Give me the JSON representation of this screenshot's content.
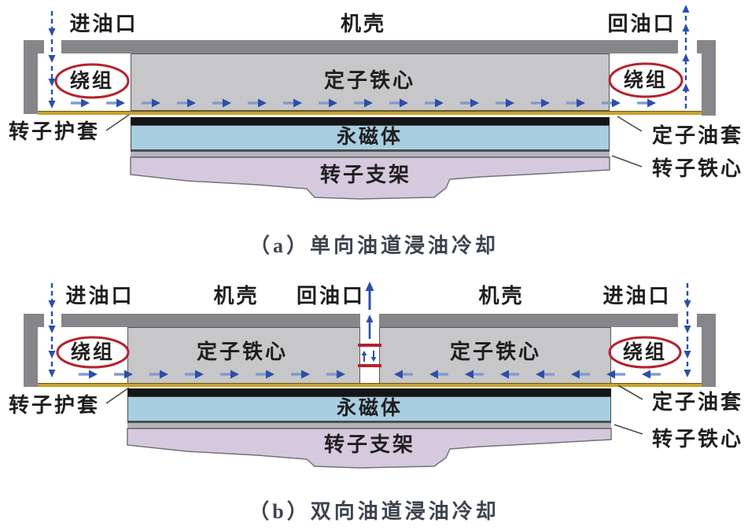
{
  "colors": {
    "casing": "#86868a",
    "stator_core": "#c7c6c8",
    "oil_jacket": "#c8a22e",
    "rotor_sleeve": "#151517",
    "permanent_magnet": "#a8cee2",
    "rotor_core_strip": "#b5b4b9",
    "rotor_bracket": "#d6c9de",
    "winding_circle": "#b4232b",
    "arrow_blue": "#2b4fa8",
    "arrow_light_blue": "#8099d0",
    "label_text": "#1e1e1e",
    "caption_text": "#3d434e",
    "bg": "#ffffff"
  },
  "diagram_a": {
    "caption": "（a）单向油道浸油冷却",
    "labels": {
      "oil_inlet": "进油口",
      "casing": "机壳",
      "oil_return": "回油口",
      "winding_left": "绕组",
      "winding_right": "绕组",
      "stator_core": "定子铁心",
      "rotor_sleeve": "转子护套",
      "permanent_magnet": "永磁体",
      "rotor_bracket": "转子支架",
      "stator_oil_jacket": "定子油套",
      "rotor_core": "转子铁心"
    },
    "flow": {
      "direction": "right",
      "arrow_count": 17
    }
  },
  "diagram_b": {
    "caption": "（b）双向油道浸油冷却",
    "labels": {
      "oil_inlet_left": "进油口",
      "casing_left": "机壳",
      "oil_return": "回油口",
      "casing_right": "机壳",
      "oil_inlet_right": "进油口",
      "winding_left": "绕组",
      "winding_right": "绕组",
      "stator_core_left": "定子铁心",
      "stator_core_right": "定子铁心",
      "rotor_sleeve": "转子护套",
      "permanent_magnet": "永磁体",
      "rotor_bracket": "转子支架",
      "stator_oil_jacket": "定子油套",
      "rotor_core": "转子铁心"
    },
    "flow": {
      "left_section_direction": "right",
      "right_section_direction": "left",
      "arrow_count_per_side": 8
    }
  }
}
